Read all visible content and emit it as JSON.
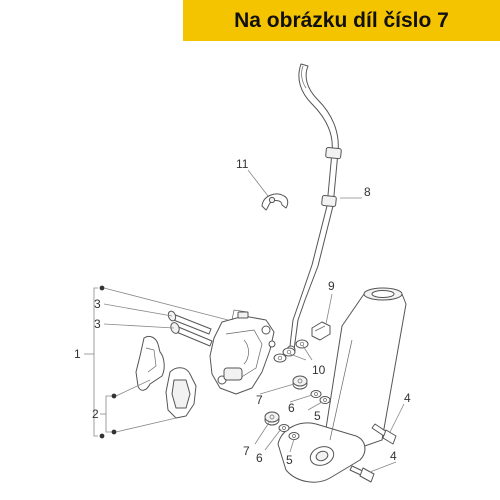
{
  "banner": {
    "text": "Na obrázku díl číslo 7"
  },
  "callouts": {
    "c1": "1",
    "c2": "2",
    "c3a": "3",
    "c3b": "3",
    "c4a": "4",
    "c4b": "4",
    "c5a": "5",
    "c5b": "5",
    "c6a": "6",
    "c6b": "6",
    "c7a": "7",
    "c7b": "7",
    "c8": "8",
    "c9": "9",
    "c10": "10",
    "c11": "11"
  },
  "colors": {
    "banner": "#f5c400",
    "line": "#555555"
  }
}
